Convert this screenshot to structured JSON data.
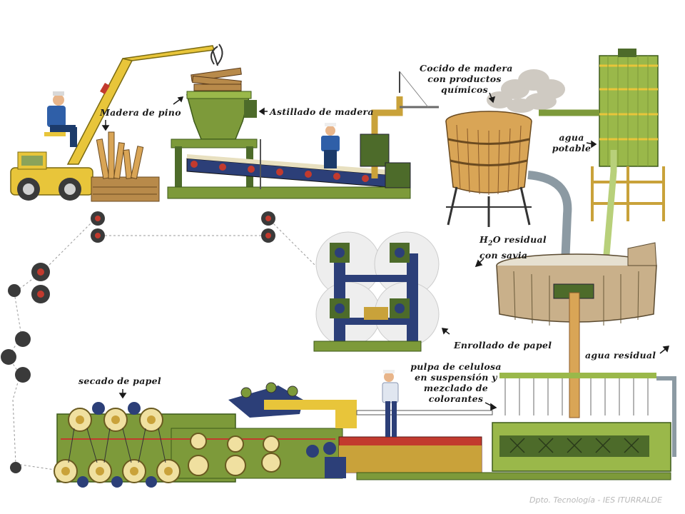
{
  "labels": {
    "madera_de_pino": "Madera de pino",
    "astillado": "Astillado de madera",
    "cocido_l1": "Cocido de madera",
    "cocido_l2": "con productos",
    "cocido_l3": "químicos",
    "agua_potable_l1": "agua",
    "agua_potable_l2": "potable",
    "h2o_h": "H",
    "h2o_sub": "2",
    "h2o_rest": "O residual",
    "con_savia": "con savia",
    "enrollado": "Enrollado de papel",
    "agua_residual": "agua residual",
    "pulpa_l1": "pulpa de celulosa",
    "pulpa_l2": "en suspensión y",
    "pulpa_l3": "mezclado de",
    "pulpa_l4": "colorantes",
    "secado": "secado de papel"
  },
  "credit": "Dpto. Tecnología - IES ITURRALDE",
  "colors": {
    "machine_green": "#7d9a3a",
    "dark_green": "#4d6b2a",
    "wood": "#d9a556",
    "yellow": "#e8c53a",
    "pipe_gray": "#8c9aa3",
    "red_roller": "#c23a2e",
    "navy": "#2c3f78"
  }
}
